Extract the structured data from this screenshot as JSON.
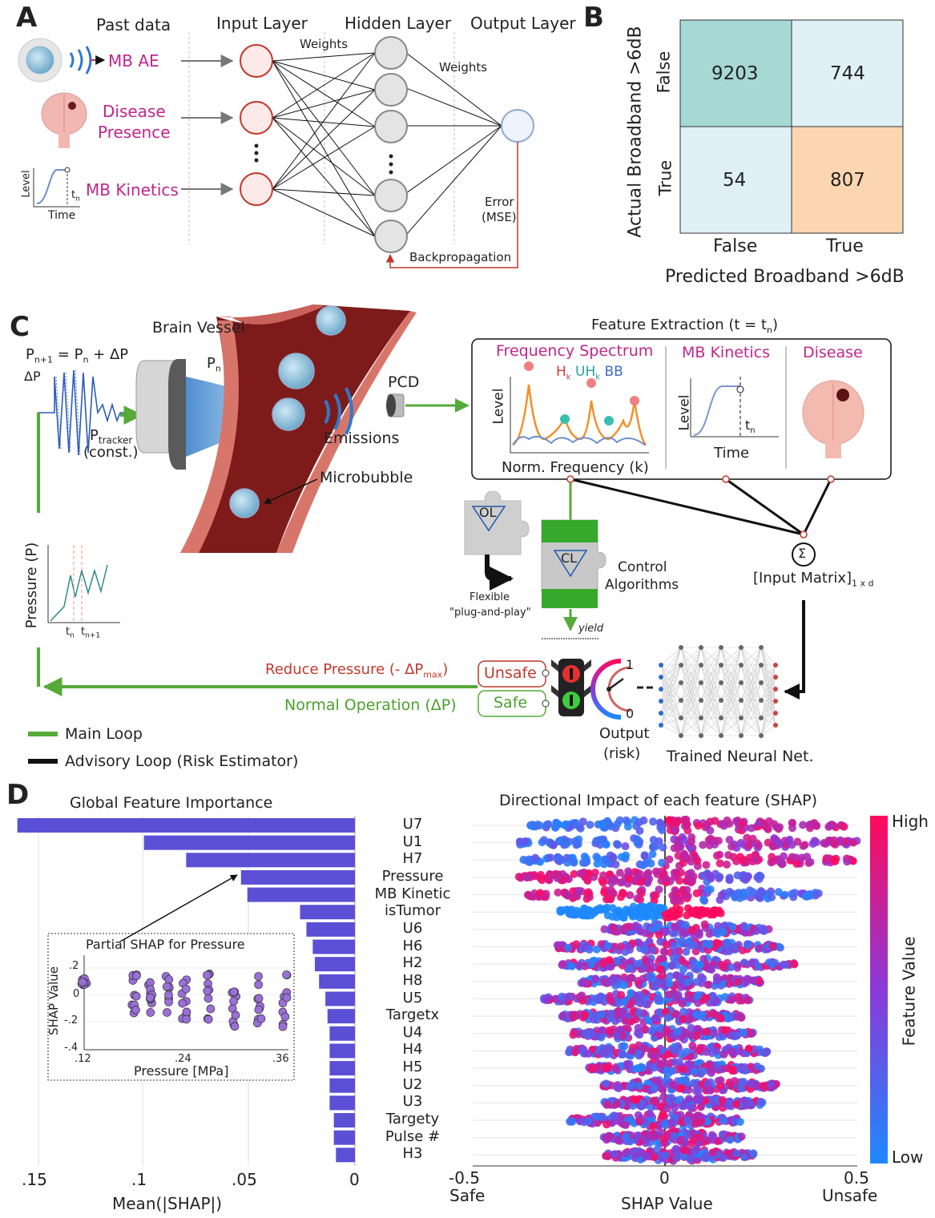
{
  "panels": {
    "a": "A",
    "b": "B",
    "c": "C",
    "d": "D"
  },
  "panelA": {
    "headers": [
      "Past data",
      "Input Layer",
      "Hidden Layer",
      "Output Layer"
    ],
    "inputs": [
      "MB AE",
      "Disease",
      "Presence",
      "MB Kinetics"
    ],
    "axis_level": "Level",
    "axis_time": "Time",
    "tn": "t",
    "tn_sub": "n",
    "weights": "Weights",
    "error_l1": "Error",
    "error_l2": "(MSE)",
    "backprop": "Backpropagation",
    "colors": {
      "input_node": "#c0392b",
      "hidden_node": "#888888",
      "output_node": "#8fa8d8",
      "arrow": "#666666",
      "backprop": "#c0392b"
    }
  },
  "panelB": {
    "ylabel": "Actual Broadband >6dB",
    "xlabel": "Predicted Broadband >6dB",
    "row_labels": [
      "False",
      "True"
    ],
    "col_labels": [
      "False",
      "True"
    ],
    "cells": [
      [
        "9203",
        "744"
      ],
      [
        "54",
        "807"
      ]
    ],
    "colors": {
      "tn": "#a6d8d5",
      "off": "#dff1f7",
      "tp": "#fcd6b1"
    }
  },
  "panelC": {
    "eq": "P",
    "eq_main": "n+1",
    "eq_rest": " = P",
    "eq_n": "n",
    "eq_tail": " + ΔP",
    "dp": "ΔP",
    "brain_vessel": "Brain Vessel",
    "pn": "P",
    "pn_sub": "n",
    "ptracker": "P",
    "ptracker_sub": "tracker",
    "const": "(const.)",
    "pcd": "PCD",
    "emissions": "Emissions",
    "microbubble": "Microbubble",
    "feature_extraction": "Feature Extraction (t = t",
    "feature_extraction_sub": "n",
    "feature_extraction_close": ")",
    "freq_spectrum": "Frequency Spectrum",
    "hk": "H",
    "uhk": "UH",
    "k_sub": "k",
    "bb": "BB",
    "level": "Level",
    "norm_freq": "Norm. Frequency (k)",
    "mb_kinetics": "MB Kinetics",
    "time": "Time",
    "tn": "t",
    "tn_sub": "n",
    "disease": "Disease",
    "ol": "OL",
    "cl": "CL",
    "control_algorithms_1": "Control",
    "control_algorithms_2": "Algorithms",
    "flexible_1": "Flexible",
    "flexible_2": "\"plug-and-play\"",
    "yield": "yield",
    "sigma": "Σ",
    "input_matrix": "[Input Matrix]",
    "input_matrix_sub": "1 x d",
    "pressure_axis": "Pressure (P)",
    "pressure_tn": "t",
    "pressure_tn1": "t",
    "pressure_tn_sub": "n",
    "pressure_tn1_sub": "n+1",
    "reduce_pressure": "Reduce Pressure (- ΔP",
    "reduce_pressure_sub": "max",
    "reduce_pressure_close": ")",
    "normal_operation": "Normal Operation (ΔP)",
    "unsafe": "Unsafe",
    "safe": "Safe",
    "gauge_top": "1",
    "gauge_bottom": "0",
    "output_1": "Output",
    "output_2": "(risk)",
    "trained_nn": "Trained Neural Net.",
    "legend_main": "Main Loop",
    "legend_advisory": "Advisory Loop (Risk Estimator)",
    "colors": {
      "main": "#55aa3a",
      "advisory": "#111111",
      "red_text": "#c0392b",
      "green_text": "#4aa02c"
    }
  },
  "panelD": {
    "left_title": "Global Feature Importance",
    "left_xlabel": "Mean(|SHAP|)",
    "left_xticks": [
      ".15",
      ".1",
      ".05",
      "0"
    ],
    "right_title": "Directional Impact of each feature (SHAP)",
    "right_xticks": [
      "-0.5",
      "0",
      "0.5"
    ],
    "right_xlabel": "SHAP Value",
    "safe": "Safe",
    "unsafe": "Unsafe",
    "colorbar_high": "High",
    "colorbar_low": "Low",
    "colorbar_label": "Feature Value",
    "inset_title": "Partial SHAP for Pressure",
    "inset_ylabel": "SHAP Value",
    "inset_xlabel": "Pressure [MPa]",
    "inset_xticks": [
      ".12",
      ".24",
      ".36"
    ],
    "inset_yticks": [
      ".2",
      "0",
      "-.2",
      "-.4"
    ],
    "colors": {
      "bar": "#5b4fd6",
      "high": "#ff0a5c",
      "low": "#1e88ff",
      "inset_dot": "#9a6fd8"
    }
  },
  "chart_data": [
    {
      "type": "bar",
      "title": "Global Feature Importance",
      "xlabel": "Mean(|SHAP|)",
      "categories": [
        "U7",
        "U1",
        "H7",
        "Pressure",
        "MB Kinetic",
        "isTumor",
        "U6",
        "H6",
        "H2",
        "H8",
        "U5",
        "Targetx",
        "U4",
        "H4",
        "H5",
        "U2",
        "U3",
        "Targety",
        "Pulse #",
        "H3"
      ],
      "values": [
        0.16,
        0.1,
        0.08,
        0.054,
        0.051,
        0.026,
        0.023,
        0.02,
        0.019,
        0.017,
        0.014,
        0.013,
        0.012,
        0.012,
        0.012,
        0.012,
        0.012,
        0.01,
        0.01,
        0.009
      ],
      "xlim": [
        0.16,
        0
      ]
    },
    {
      "type": "scatter",
      "title": "Directional Impact of each feature (SHAP)",
      "xlabel": "SHAP Value",
      "categories": [
        "U7",
        "U1",
        "H7",
        "Pressure",
        "MB Kinetic",
        "isTumor",
        "U6",
        "H6",
        "H2",
        "H8",
        "U5",
        "Targetx",
        "U4",
        "H4",
        "H5",
        "U2",
        "U3",
        "Targety",
        "Pulse #",
        "H3"
      ],
      "ranges": [
        [
          -0.35,
          0.47
        ],
        [
          -0.38,
          0.5
        ],
        [
          -0.37,
          0.5
        ],
        [
          -0.38,
          0.25
        ],
        [
          -0.36,
          0.4
        ],
        [
          -0.28,
          0.15
        ],
        [
          -0.16,
          0.27
        ],
        [
          -0.28,
          0.3
        ],
        [
          -0.27,
          0.34
        ],
        [
          -0.22,
          0.25
        ],
        [
          -0.32,
          0.22
        ],
        [
          -0.27,
          0.2
        ],
        [
          -0.25,
          0.23
        ],
        [
          -0.25,
          0.27
        ],
        [
          -0.2,
          0.25
        ],
        [
          -0.16,
          0.29
        ],
        [
          -0.16,
          0.26
        ],
        [
          -0.25,
          0.2
        ],
        [
          -0.16,
          0.2
        ],
        [
          -0.16,
          0.23
        ]
      ],
      "xlim": [
        -0.5,
        0.5
      ]
    },
    {
      "type": "scatter",
      "title": "Partial SHAP for Pressure",
      "xlabel": "Pressure [MPa]",
      "ylabel": "SHAP Value",
      "x": [
        0.12,
        0.18,
        0.2,
        0.22,
        0.24,
        0.27,
        0.3,
        0.33,
        0.36
      ],
      "xlim": [
        0.12,
        0.36
      ],
      "ylim": [
        -0.4,
        0.2
      ]
    }
  ]
}
